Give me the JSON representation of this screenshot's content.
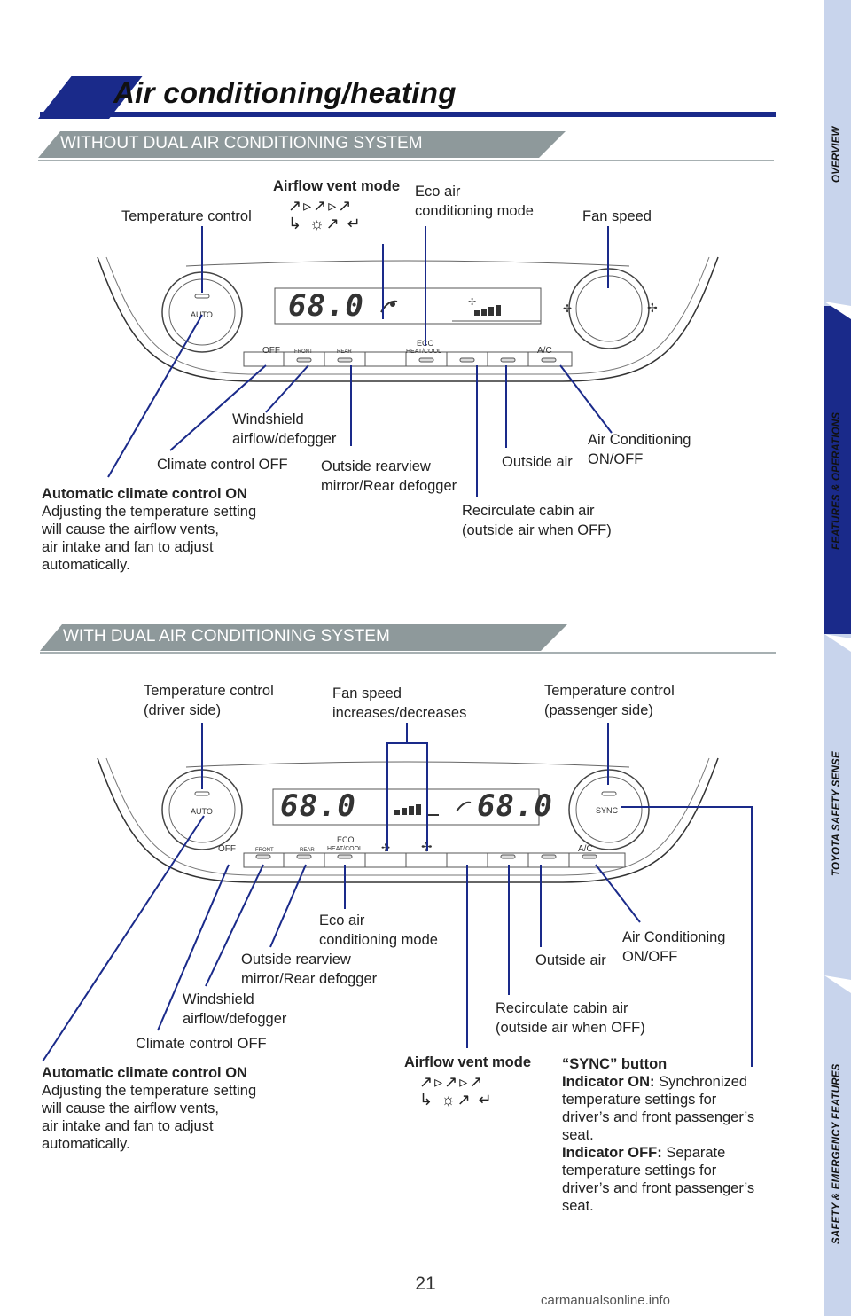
{
  "page": {
    "title": "Air conditioning/heating",
    "page_number": "21",
    "watermark": "carmanualsonline.info"
  },
  "nav": {
    "tabs": [
      "OVERVIEW",
      "FEATURES & OPERATIONS",
      "TOYOTA SAFETY SENSE",
      "SAFETY & EMERGENCY FEATURES"
    ],
    "active_tab": "FEATURES & OPERATIONS"
  },
  "section1": {
    "header": "WITHOUT DUAL AIR CONDITIONING SYSTEM",
    "display_temp": "68.0",
    "panel": {
      "auto": "AUTO",
      "off": "OFF",
      "front": "FRONT",
      "rear": "REAR",
      "eco": "ECO",
      "heatcool": "HEAT/COOL",
      "ac": "A/C"
    },
    "labels": {
      "temperature_control": "Temperature control",
      "airflow_vent_mode": "Airflow vent mode",
      "eco_air_line1": "Eco air",
      "eco_air_line2": "conditioning mode",
      "fan_speed": "Fan speed",
      "windshield_line1": "Windshield",
      "windshield_line2": "airflow/defogger",
      "climate_off": "Climate control OFF",
      "rearview_line1": "Outside rearview",
      "rearview_line2": "mirror/Rear defogger",
      "outside_air": "Outside air",
      "ac_line1": "Air Conditioning",
      "ac_line2": "ON/OFF",
      "recirc_line1": "Recirculate cabin air",
      "recirc_line2": "(outside air when OFF)",
      "auto_title": "Automatic climate control ON",
      "auto_l1": "Adjusting the temperature setting",
      "auto_l2": "will cause the airflow vents,",
      "auto_l3": "air intake and fan to adjust",
      "auto_l4": "automatically."
    }
  },
  "section2": {
    "header": "WITH DUAL AIR CONDITIONING SYSTEM",
    "display_temp_left": "68.0",
    "display_temp_right": "68.0",
    "panel": {
      "auto": "AUTO",
      "sync": "SYNC",
      "off": "OFF",
      "front": "FRONT",
      "rear": "REAR",
      "eco": "ECO",
      "heatcool": "HEAT/COOL",
      "ac": "A/C"
    },
    "labels": {
      "temp_driver_l1": "Temperature control",
      "temp_driver_l2": "(driver side)",
      "fan_l1": "Fan speed",
      "fan_l2": "increases/decreases",
      "temp_pass_l1": "Temperature control",
      "temp_pass_l2": "(passenger side)",
      "eco_l1": "Eco air",
      "eco_l2": "conditioning mode",
      "rearview_l1": "Outside rearview",
      "rearview_l2": "mirror/Rear defogger",
      "windshield_l1": "Windshield",
      "windshield_l2": "airflow/defogger",
      "climate_off": "Climate control OFF",
      "outside_air": "Outside air",
      "ac_l1": "Air Conditioning",
      "ac_l2": "ON/OFF",
      "recirc_l1": "Recirculate cabin air",
      "recirc_l2": "(outside air when OFF)",
      "airflow_vent_mode": "Airflow vent mode",
      "auto_title": "Automatic climate control ON",
      "auto_l1": "Adjusting the temperature setting",
      "auto_l2": "will cause the airflow vents,",
      "auto_l3": "air intake and fan to adjust",
      "auto_l4": "automatically.",
      "sync_title": "“SYNC” button",
      "sync_on_label": "Indicator ON:",
      "sync_on_l1": "Synchronized",
      "sync_on_l2": "temperature settings for",
      "sync_on_l3": "driver’s and front passenger’s",
      "sync_on_l4": "seat.",
      "sync_off_label": "Indicator OFF:",
      "sync_off_l1": "Separate",
      "sync_off_l2": "temperature settings for",
      "sync_off_l3": "driver’s and front passenger’s",
      "sync_off_l4": "seat."
    }
  },
  "colors": {
    "accent": "#1a2a8a",
    "header_gray": "#8e999b",
    "nav_bg": "#c8d4ec",
    "nav_active": "#1a2a8a"
  }
}
